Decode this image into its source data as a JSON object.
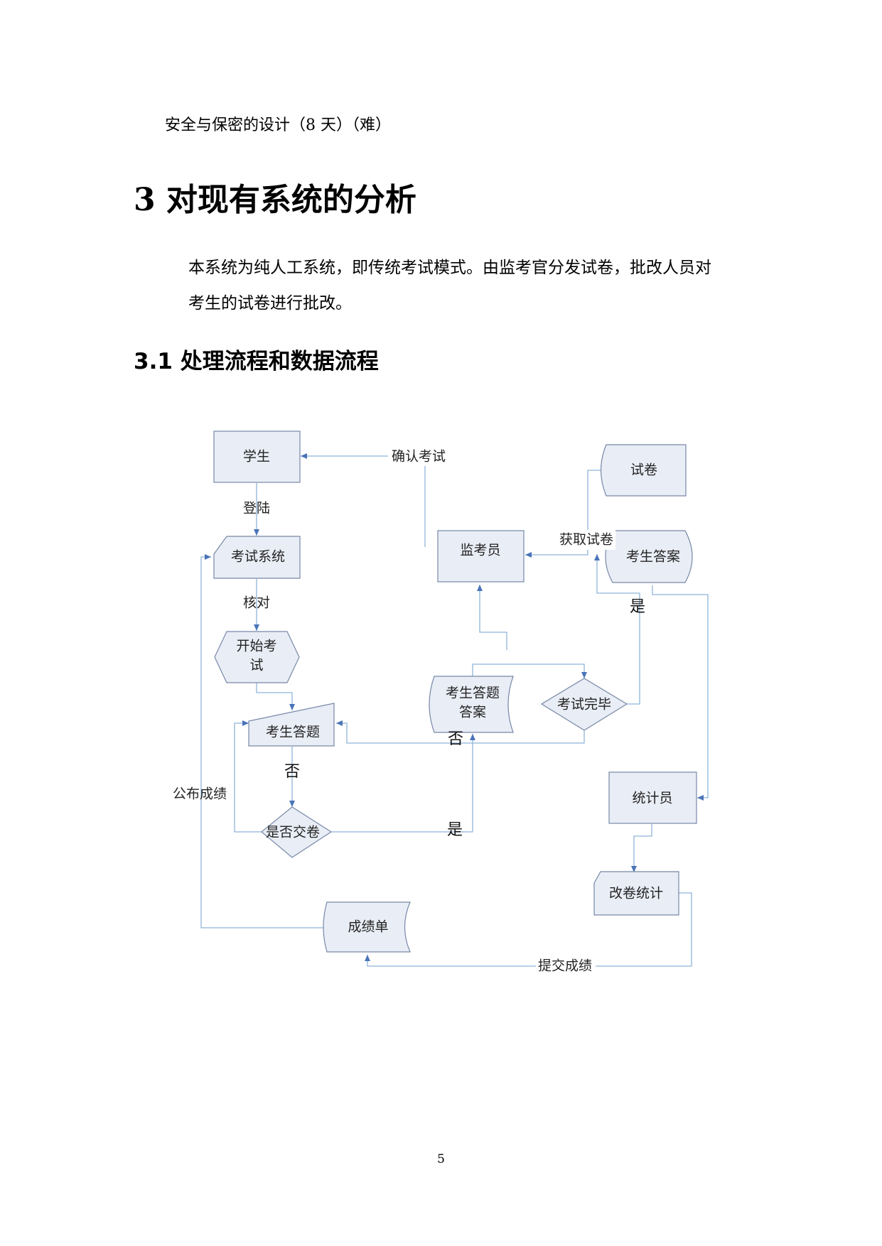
{
  "document": {
    "prev_item": "安全与保密的设计（8 天）（难）",
    "heading": "3 对现有系统的分析",
    "paragraph": [
      "本系统为纯人工系统，即传统考试模式。由监考官分发试卷，批改人员对",
      "考生的试卷进行批改。"
    ],
    "subheading": "3.1 处理流程和数据流程",
    "page_number": "5"
  },
  "flowchart": {
    "nodes": {
      "student": "学生",
      "exam_system": "考试系统",
      "start_exam": [
        "开始考",
        "试"
      ],
      "answer": "考生答题",
      "submit": "是否交卷",
      "report": "成绩单",
      "paper": "试卷",
      "proctor": "监考员",
      "cand_answer": "考生答案",
      "ans_doc": [
        "考生答题",
        "答案"
      ],
      "exam_done": "考试完毕",
      "statistician": "统计员",
      "grading": "改卷统计"
    },
    "edges": {
      "confirm": "确认考试",
      "login": "登陆",
      "verify": "核对",
      "get_paper": "获取试卷",
      "yes_done": "是",
      "no_done": "否",
      "no_submit": "否",
      "yes_submit": "是",
      "publish": "公布成绩",
      "submit_scores": "提交成绩"
    }
  }
}
